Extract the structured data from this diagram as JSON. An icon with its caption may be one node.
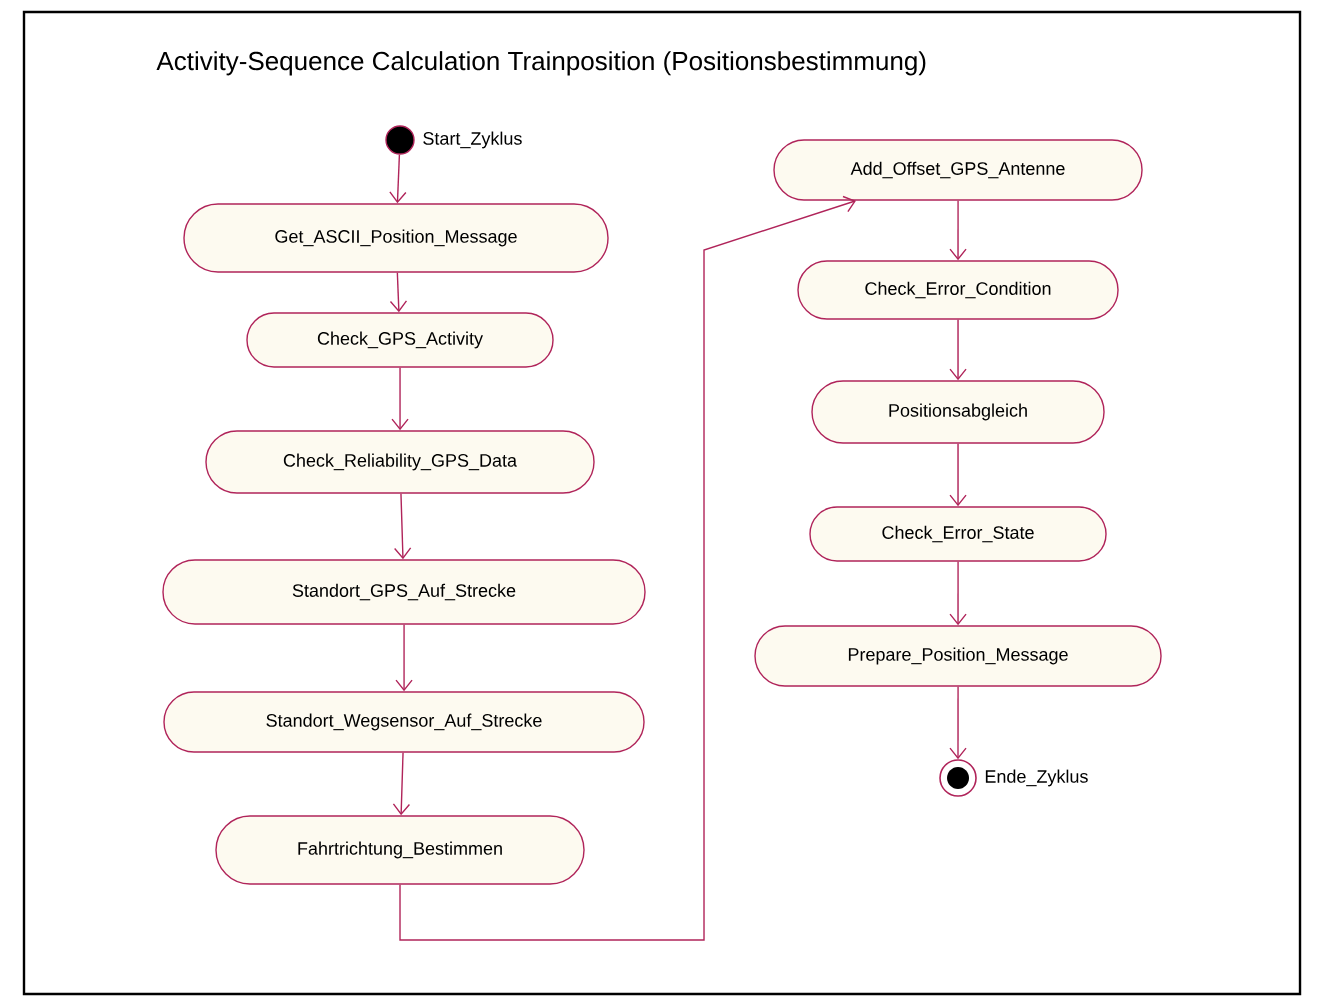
{
  "diagram": {
    "title": "Activity-Sequence Calculation Trainposition (Positionsbestimmung)",
    "nodes": [
      {
        "text": [],
        "shape": "circle",
        "beside": [
          "Start_Zyklus"
        ]
      },
      {
        "text": [
          "Get_ASCII_Position_Message"
        ]
      },
      {
        "text": [
          "Check_GPS_Activity"
        ]
      },
      {
        "text": [
          "Check_Reliability_GPS_Data"
        ]
      },
      {
        "text": [
          "Standort_GPS_Auf_Strecke"
        ]
      },
      {
        "text": [
          "Standort_Wegsensor_Auf_Strecke"
        ]
      },
      {
        "text": [
          "Fahrtrichtung_Bestimmen"
        ]
      },
      {
        "text": [
          "Add_Offset_GPS_Antenne"
        ]
      },
      {
        "text": [
          "Check_Error_Condition"
        ]
      },
      {
        "text": [
          "Positionsabgleich"
        ]
      },
      {
        "text": [
          "Check_Error_State"
        ]
      },
      {
        "text": [
          "Prepare_Position_Message"
        ]
      },
      {
        "text": [],
        "shape": "circle",
        "beside": [
          "Ende_Zyklus"
        ]
      }
    ],
    "edges": [
      {
        "from": 0,
        "to": 1,
        "arrow": "to"
      },
      {
        "from": 1,
        "to": 2,
        "arrow": "to"
      },
      {
        "from": 2,
        "to": 3,
        "arrow": "to"
      },
      {
        "from": 3,
        "to": 4,
        "arrow": "to"
      },
      {
        "from": 4,
        "to": 5,
        "arrow": "to"
      },
      {
        "from": 5,
        "to": 6,
        "arrow": "to"
      },
      {
        "from": 6,
        "to": 7,
        "arrow": "to"
      },
      {
        "from": 7,
        "to": 8,
        "arrow": "to"
      },
      {
        "from": 8,
        "to": 9,
        "arrow": "to"
      },
      {
        "from": 9,
        "to": 10,
        "arrow": "to"
      },
      {
        "from": 10,
        "to": 11,
        "arrow": "to"
      },
      {
        "from": 11,
        "to": 12,
        "arrow": "to"
      }
    ]
  }
}
